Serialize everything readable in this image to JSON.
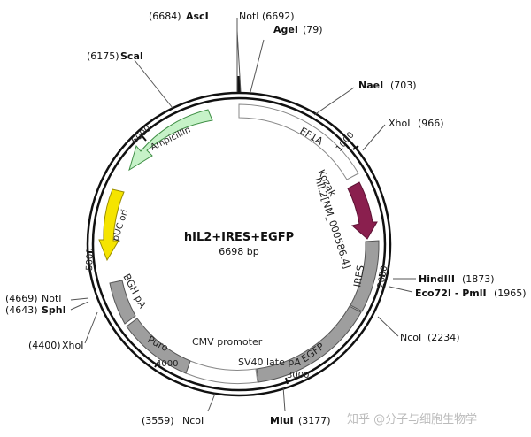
{
  "plasmid": {
    "name": "hIL2+IRES+EGFP",
    "size": "6698 bp"
  },
  "sites": {
    "asci": {
      "pos": "(6684)",
      "name": "AscI"
    },
    "noti_top": {
      "name": "NotI",
      "pos": "(6692)"
    },
    "agei": {
      "name": "AgeI",
      "pos": "(79)"
    },
    "scai": {
      "pos": "(6175)",
      "name": "ScaI"
    },
    "naei": {
      "name": "NaeI",
      "pos": "(703)"
    },
    "xhoi_top": {
      "name": "XhoI",
      "pos": "(966)"
    },
    "hindiii": {
      "name": "HindIII",
      "pos": "(1873)"
    },
    "eco72i": {
      "name": "Eco72I - PmlI",
      "pos": "(1965)"
    },
    "ncoi_right": {
      "name": "NcoI",
      "pos": "(2234)"
    },
    "mlui": {
      "name": "MluI",
      "pos": "(3177)"
    },
    "ncoi_bottom": {
      "pos": "(3559)",
      "name": "NcoI"
    },
    "xhoi_left": {
      "pos": "(4400)",
      "name": "XhoI"
    },
    "noti_left": {
      "pos": "(4669)",
      "name": "NotI"
    },
    "sphi": {
      "pos": "(4643)",
      "name": "SphI"
    }
  },
  "features": {
    "ef1a": "EF1A",
    "kozak": "Kozak",
    "hil2": "hIL2[NM_000586.4]",
    "ires": "IRES",
    "egfp": "EGFP",
    "sv40": "SV40 late pA",
    "cmv": "CMV promoter",
    "puro": "Puro",
    "bgh": "BGH pA",
    "puc": "pUC ori",
    "amp": "AmpicillIn"
  },
  "ticks": {
    "t1000": "1000",
    "t2000": "2000",
    "t3000": "3000",
    "t4000": "4000",
    "t5000": "5000",
    "t6000": "6000"
  },
  "colors": {
    "ires": "#9e9e9e",
    "egfp": "#9e9e9e",
    "puro": "#9e9e9e",
    "bgh": "#9e9e9e",
    "hil2": "#8a1f4e",
    "puc": "#f5e400",
    "amp": "#c6f2c8"
  },
  "watermark": "知乎 @分子与细胞生物学"
}
